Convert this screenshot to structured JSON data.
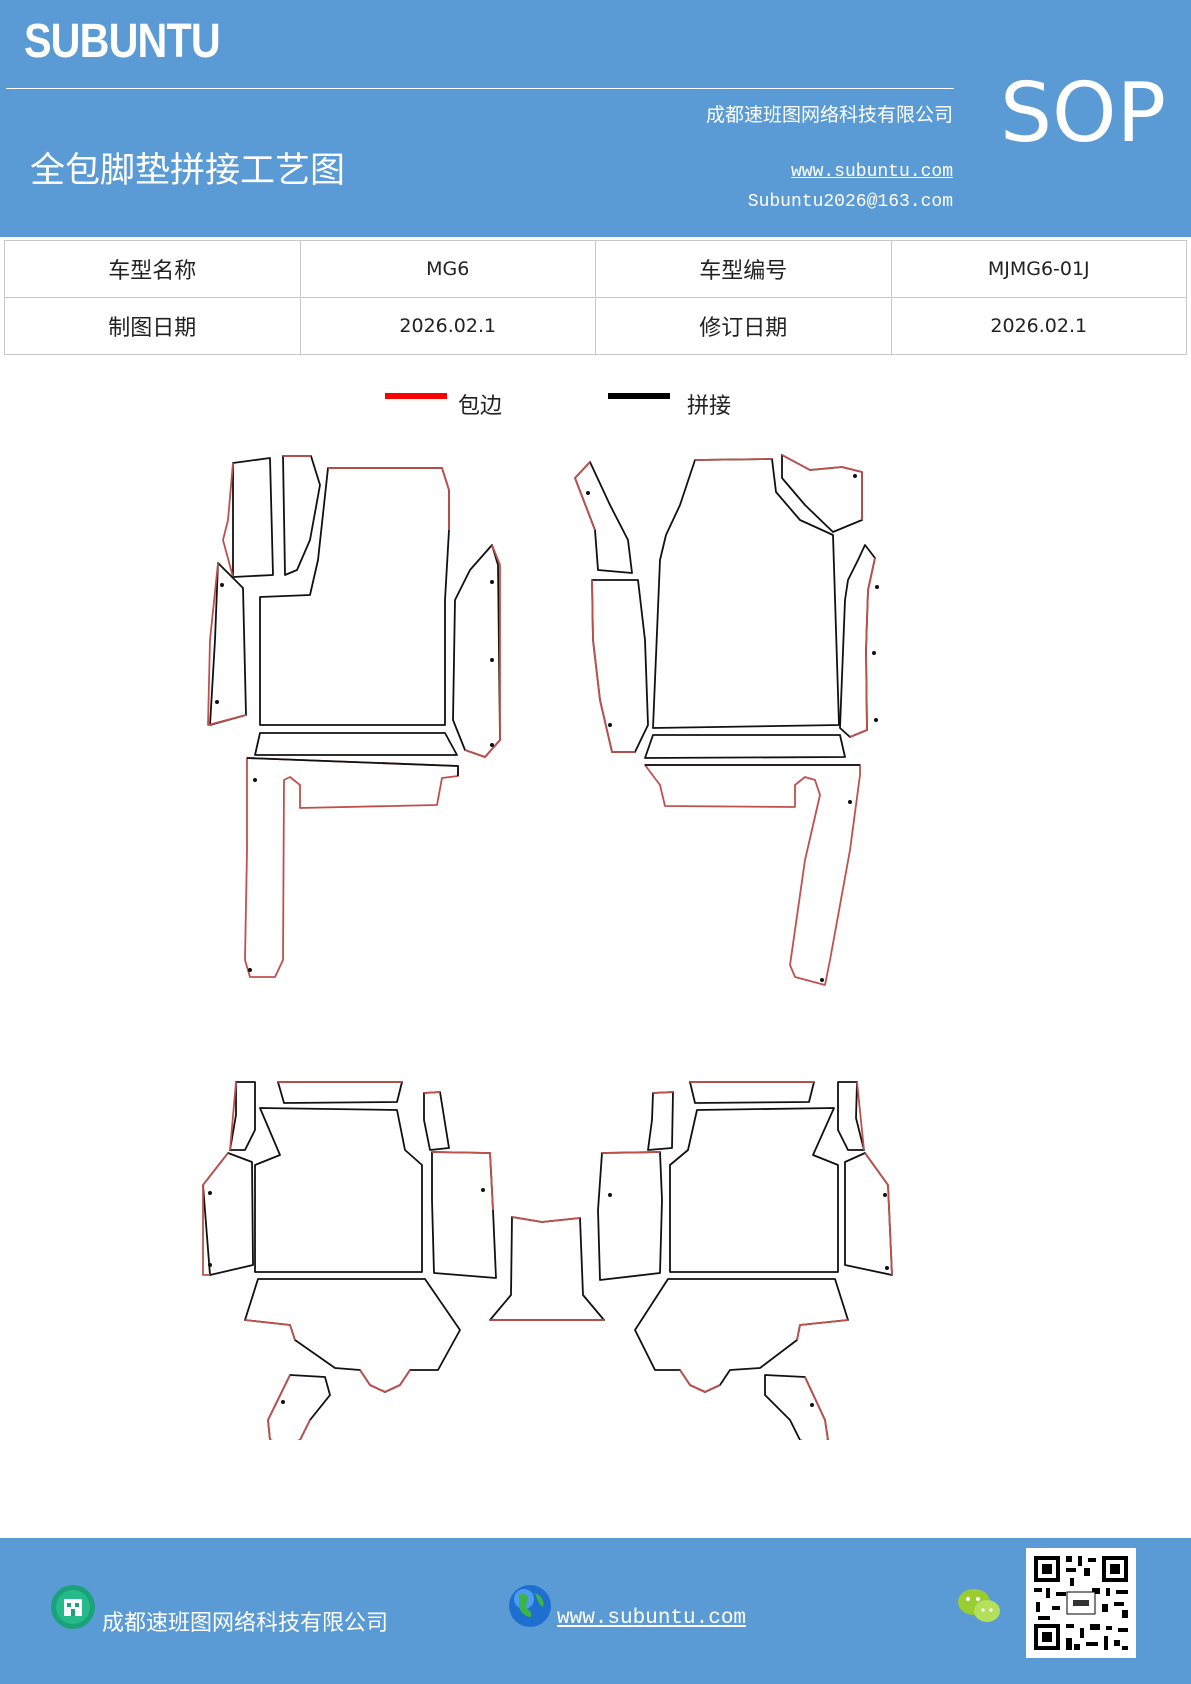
{
  "header": {
    "brand": "SUBUNTU",
    "company": "成都速班图网络科技有限公司",
    "title": "全包脚垫拼接工艺图",
    "website": "www.subuntu.com",
    "email": "Subuntu2026@163.com",
    "badge": "SOP"
  },
  "info_table": {
    "rows": [
      {
        "label1": "车型名称",
        "value1": "MG6",
        "label2": "车型编号",
        "value2": "MJMG6-01J"
      },
      {
        "label1": "制图日期",
        "value1": "2026.02.1",
        "label2": "修订日期",
        "value2": "2026.02.1"
      }
    ]
  },
  "legend": {
    "edging": {
      "label": "包边",
      "color": "#ff0000"
    },
    "seam": {
      "label": "拼接",
      "color": "#000000"
    }
  },
  "footer": {
    "company": "成都速班图网络科技有限公司",
    "website": "www.subuntu.com"
  },
  "colors": {
    "header_bg": "#5b9bd5",
    "edge_outline": "#c0504d",
    "seam_line": "#111111"
  },
  "icons": [
    "building-icon",
    "globe-icon",
    "wechat-icon",
    "qr-code-icon"
  ]
}
